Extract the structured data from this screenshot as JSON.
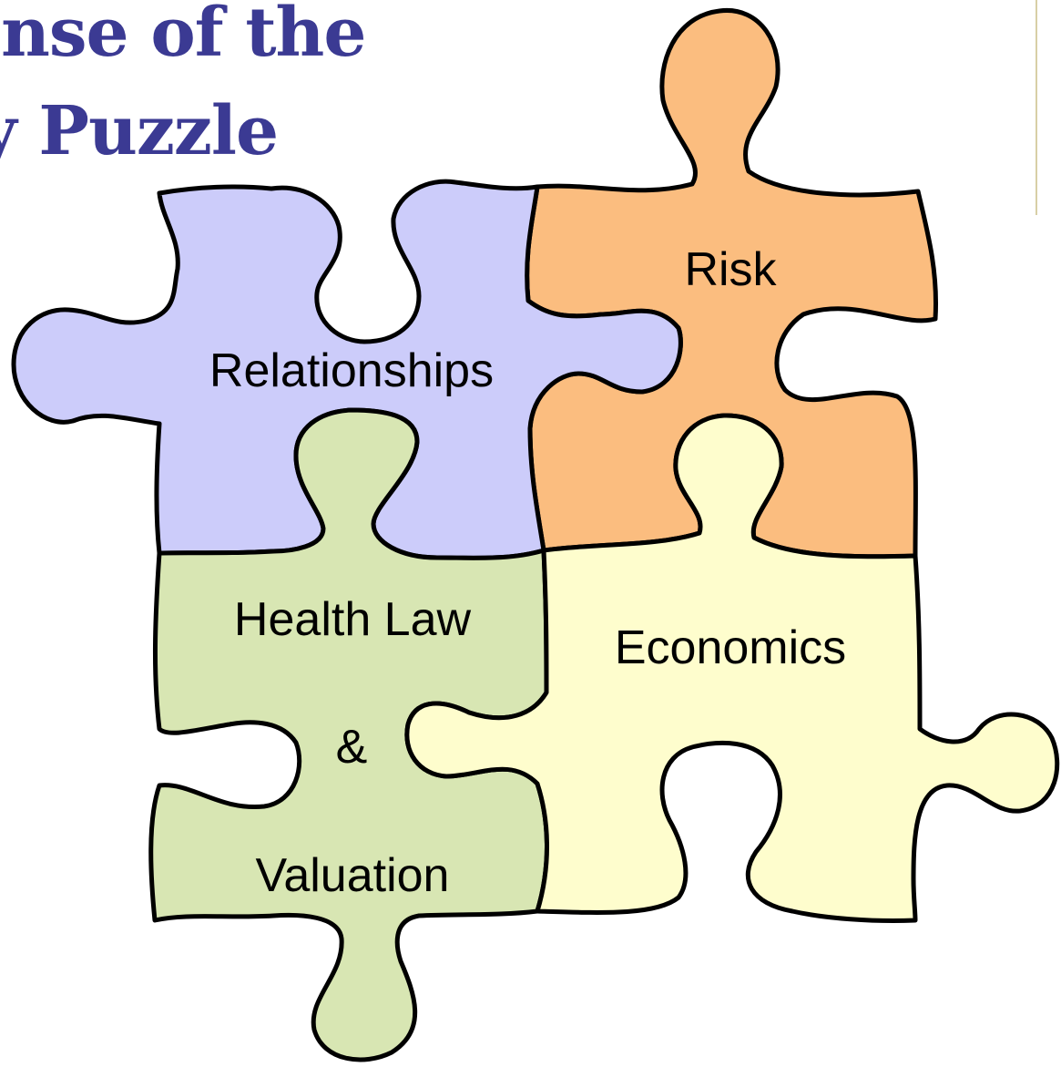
{
  "title": {
    "line1": "ense of the",
    "line2": "sy Puzzle"
  },
  "pieces": {
    "relationships": {
      "label": "Relationships",
      "color": "#ccccfa"
    },
    "risk": {
      "label": "Risk",
      "color": "#fbbd7f"
    },
    "health_law": {
      "label_line1": "Health Law",
      "label_line2": "&",
      "label_line3": "Valuation",
      "color": "#d8e6b3"
    },
    "economics": {
      "label": "Economics",
      "color": "#fefdcd"
    }
  },
  "colors": {
    "title": "#3b3a93",
    "outline": "#000000",
    "divider": "#d8cfa6"
  }
}
